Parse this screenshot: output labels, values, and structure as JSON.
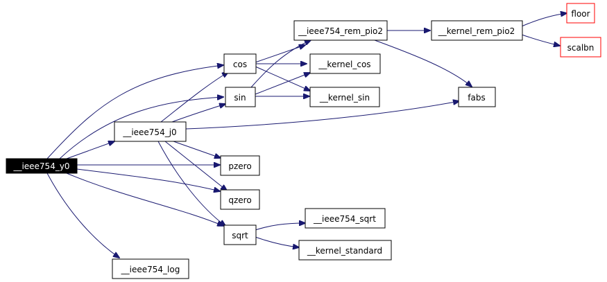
{
  "graph": {
    "root": "__ieee754_y0",
    "colors": {
      "edge": "#191970",
      "root_fill": "#000000",
      "root_text": "#ffffff",
      "node_border": "#000000",
      "external_border": "#ff0000"
    },
    "nodes": {
      "y0": "__ieee754_y0",
      "j0": "__ieee754_j0",
      "cos": "cos",
      "sin": "sin",
      "pzero": "pzero",
      "qzero": "qzero",
      "sqrt": "sqrt",
      "log": "__ieee754_log",
      "rem_pio2": "__ieee754_rem_pio2",
      "kcos": "__kernel_cos",
      "ksin": "__kernel_sin",
      "ksqrt": "__ieee754_sqrt",
      "kstd": "__kernel_standard",
      "krem": "__kernel_rem_pio2",
      "fabs": "fabs",
      "floor": "floor",
      "scalbn": "scalbn"
    },
    "edges": [
      [
        "y0",
        "cos"
      ],
      [
        "y0",
        "sin"
      ],
      [
        "y0",
        "j0"
      ],
      [
        "y0",
        "pzero"
      ],
      [
        "y0",
        "qzero"
      ],
      [
        "y0",
        "sqrt"
      ],
      [
        "y0",
        "log"
      ],
      [
        "j0",
        "cos"
      ],
      [
        "j0",
        "sin"
      ],
      [
        "j0",
        "fabs"
      ],
      [
        "j0",
        "pzero"
      ],
      [
        "j0",
        "qzero"
      ],
      [
        "j0",
        "sqrt"
      ],
      [
        "cos",
        "rem_pio2"
      ],
      [
        "cos",
        "kcos"
      ],
      [
        "cos",
        "ksin"
      ],
      [
        "sin",
        "rem_pio2"
      ],
      [
        "sin",
        "kcos"
      ],
      [
        "sin",
        "ksin"
      ],
      [
        "sqrt",
        "ksqrt"
      ],
      [
        "sqrt",
        "kstd"
      ],
      [
        "rem_pio2",
        "krem"
      ],
      [
        "rem_pio2",
        "fabs"
      ],
      [
        "krem",
        "floor"
      ],
      [
        "krem",
        "scalbn"
      ]
    ]
  }
}
